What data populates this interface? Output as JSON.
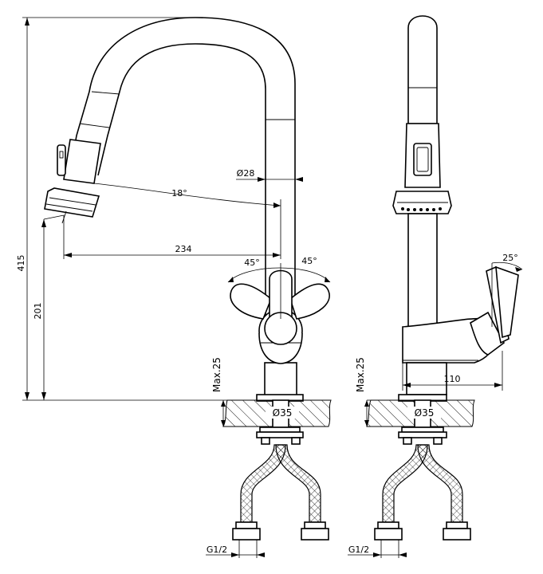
{
  "dimensions": {
    "height_total": "415",
    "height_spout": "201",
    "spout_reach": "234",
    "spout_diameter": "Ø28",
    "spout_angle": "18°",
    "lever_angle_left": "45°",
    "lever_angle_right": "45°",
    "lever_tilt": "25°",
    "lever_reach": "110",
    "deck_thickness_front": "Max.25",
    "deck_thickness_side": "Max.25",
    "hole_diameter_front": "Ø35",
    "hole_diameter_side": "Ø35",
    "connection_thread_front": "G1/2",
    "connection_thread_side": "G1/2"
  },
  "colors": {
    "line": "#000000",
    "background": "#ffffff"
  }
}
